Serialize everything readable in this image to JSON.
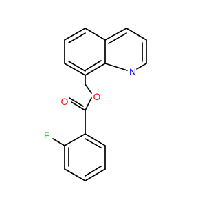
{
  "molecule": {
    "atoms": {
      "N": {
        "label": "N",
        "color": "#0000ff"
      },
      "O_ester": {
        "label": "O",
        "color": "#ff0000"
      },
      "O_carbonyl": {
        "label": "O",
        "color": "#ff0000"
      },
      "F": {
        "label": "F",
        "color": "#33cc33"
      }
    },
    "bond_color": "#000000"
  }
}
